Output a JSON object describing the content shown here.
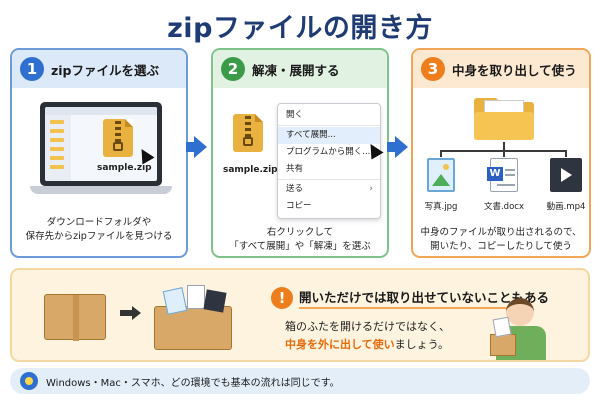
{
  "title": "zipファイルの開き方",
  "steps": [
    {
      "num": "1",
      "heading": "zipファイルを選ぶ",
      "file_label": "sample.zip",
      "caption_line1": "ダウンロードフォルダや",
      "caption_line2": "保存先からzipファイルを見つける"
    },
    {
      "num": "2",
      "heading": "解凍・展開する",
      "file_label": "sample.zip",
      "caption_line1": "右クリックして",
      "caption_line2": "「すべて展開」や「解凍」を選ぶ"
    },
    {
      "num": "3",
      "heading": "中身を取り出して使う",
      "caption_line1": "中身のファイルが取り出されるので、",
      "caption_line2": "開いたり、コピーしたりして使う"
    }
  ],
  "context_menu": {
    "items": [
      "開く",
      "すべて展開...",
      "プログラムから開く...",
      "共有",
      "送る",
      "コピー"
    ],
    "highlighted": "すべて展開...",
    "submenu_item": "送る"
  },
  "extracted_files": [
    {
      "name": "写真.jpg",
      "icon": "image-file-icon"
    },
    {
      "name": "文書.docx",
      "icon": "word-document-icon"
    },
    {
      "name": "動画.mp4",
      "icon": "video-file-icon"
    }
  ],
  "warning": {
    "title": "開いただけでは取り出せていないこともある",
    "line1": "箱のふたを開けるだけではなく、",
    "line2_emphasis": "中身を外に出して使い",
    "line2_rest": "ましょう。"
  },
  "tip": "Windows・Mac・スマホ、どの環境でも基本の流れは同じです。",
  "colors": {
    "title": "#1f3b73",
    "step1": "#2f6fd0",
    "step2": "#3c9b49",
    "step3": "#ee7d1b",
    "folder": "#e9b13f",
    "emphasis": "#e66a0a"
  }
}
